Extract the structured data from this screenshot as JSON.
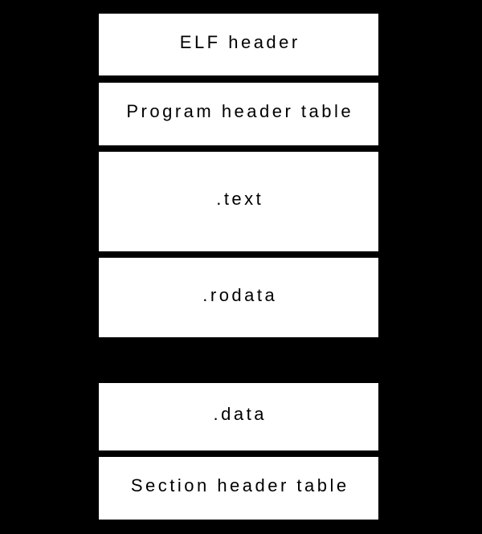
{
  "diagram": {
    "boxes": [
      {
        "label": "ELF header"
      },
      {
        "label": "Program header table"
      },
      {
        "label": ".text"
      },
      {
        "label": ".rodata"
      },
      {
        "label": ".data"
      },
      {
        "label": "Section header table"
      }
    ],
    "colors": {
      "background": "#000000",
      "box_fill": "#ffffff",
      "box_border": "#000000",
      "text": "#000000"
    }
  }
}
